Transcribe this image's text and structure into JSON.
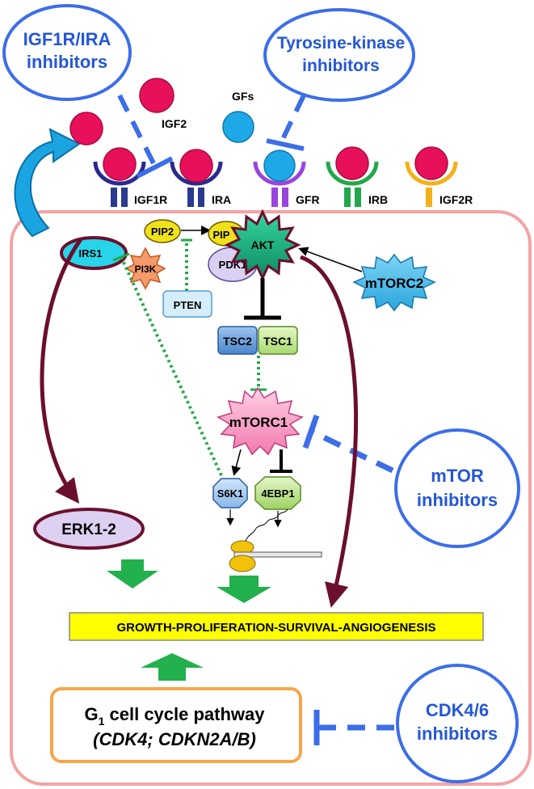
{
  "inhibitors": {
    "igf1r_ira": [
      "IGF1R/IRA",
      "inhibitors"
    ],
    "tyrosine_kinase": [
      "Tyrosine-kinase",
      "inhibitors"
    ],
    "mtor": [
      "mTOR",
      "inhibitors"
    ],
    "cdk46": [
      "CDK4/6",
      "inhibitors"
    ]
  },
  "ligands": {
    "igf2": "IGF2",
    "gfs": "GFs"
  },
  "receptors": {
    "igf1r": "IGF1R",
    "ira": "IRA",
    "gfr": "GFR",
    "irb": "IRB",
    "igf2r": "IGF2R"
  },
  "nodes": {
    "irs1": "IRS1",
    "pi3k": "PI3K",
    "pip2": "PIP2",
    "pip3": "PIP",
    "pten": "PTEN",
    "akt": "AKT",
    "pdk1": "PDK1",
    "mtorc2": "mTORC2",
    "tsc2": "TSC2",
    "tsc1": "TSC1",
    "mtorc1": "mTORC1",
    "s6k1": "S6K1",
    "4ebp1": "4EBP1",
    "erk": "ERK1-2"
  },
  "outcome": "GROWTH-PROLIFERATION-SURVIVAL-ANGIOGENESIS",
  "g1": {
    "line1_prefix": "G",
    "line1_sub": "1",
    "line1_rest": " cell cycle  pathway",
    "line2": "(CDK4; CDKN2A/B)"
  },
  "colors": {
    "inhibitor_blue": "#3b6ee8",
    "cell_border": "#f0a0a0",
    "arrow_maroon": "#6b0f2e",
    "ligand_pink": "#e8105a",
    "ligand_blue": "#1fa8e8",
    "green_arrow": "#22b14c",
    "outcome_fill": "#ffff00"
  }
}
